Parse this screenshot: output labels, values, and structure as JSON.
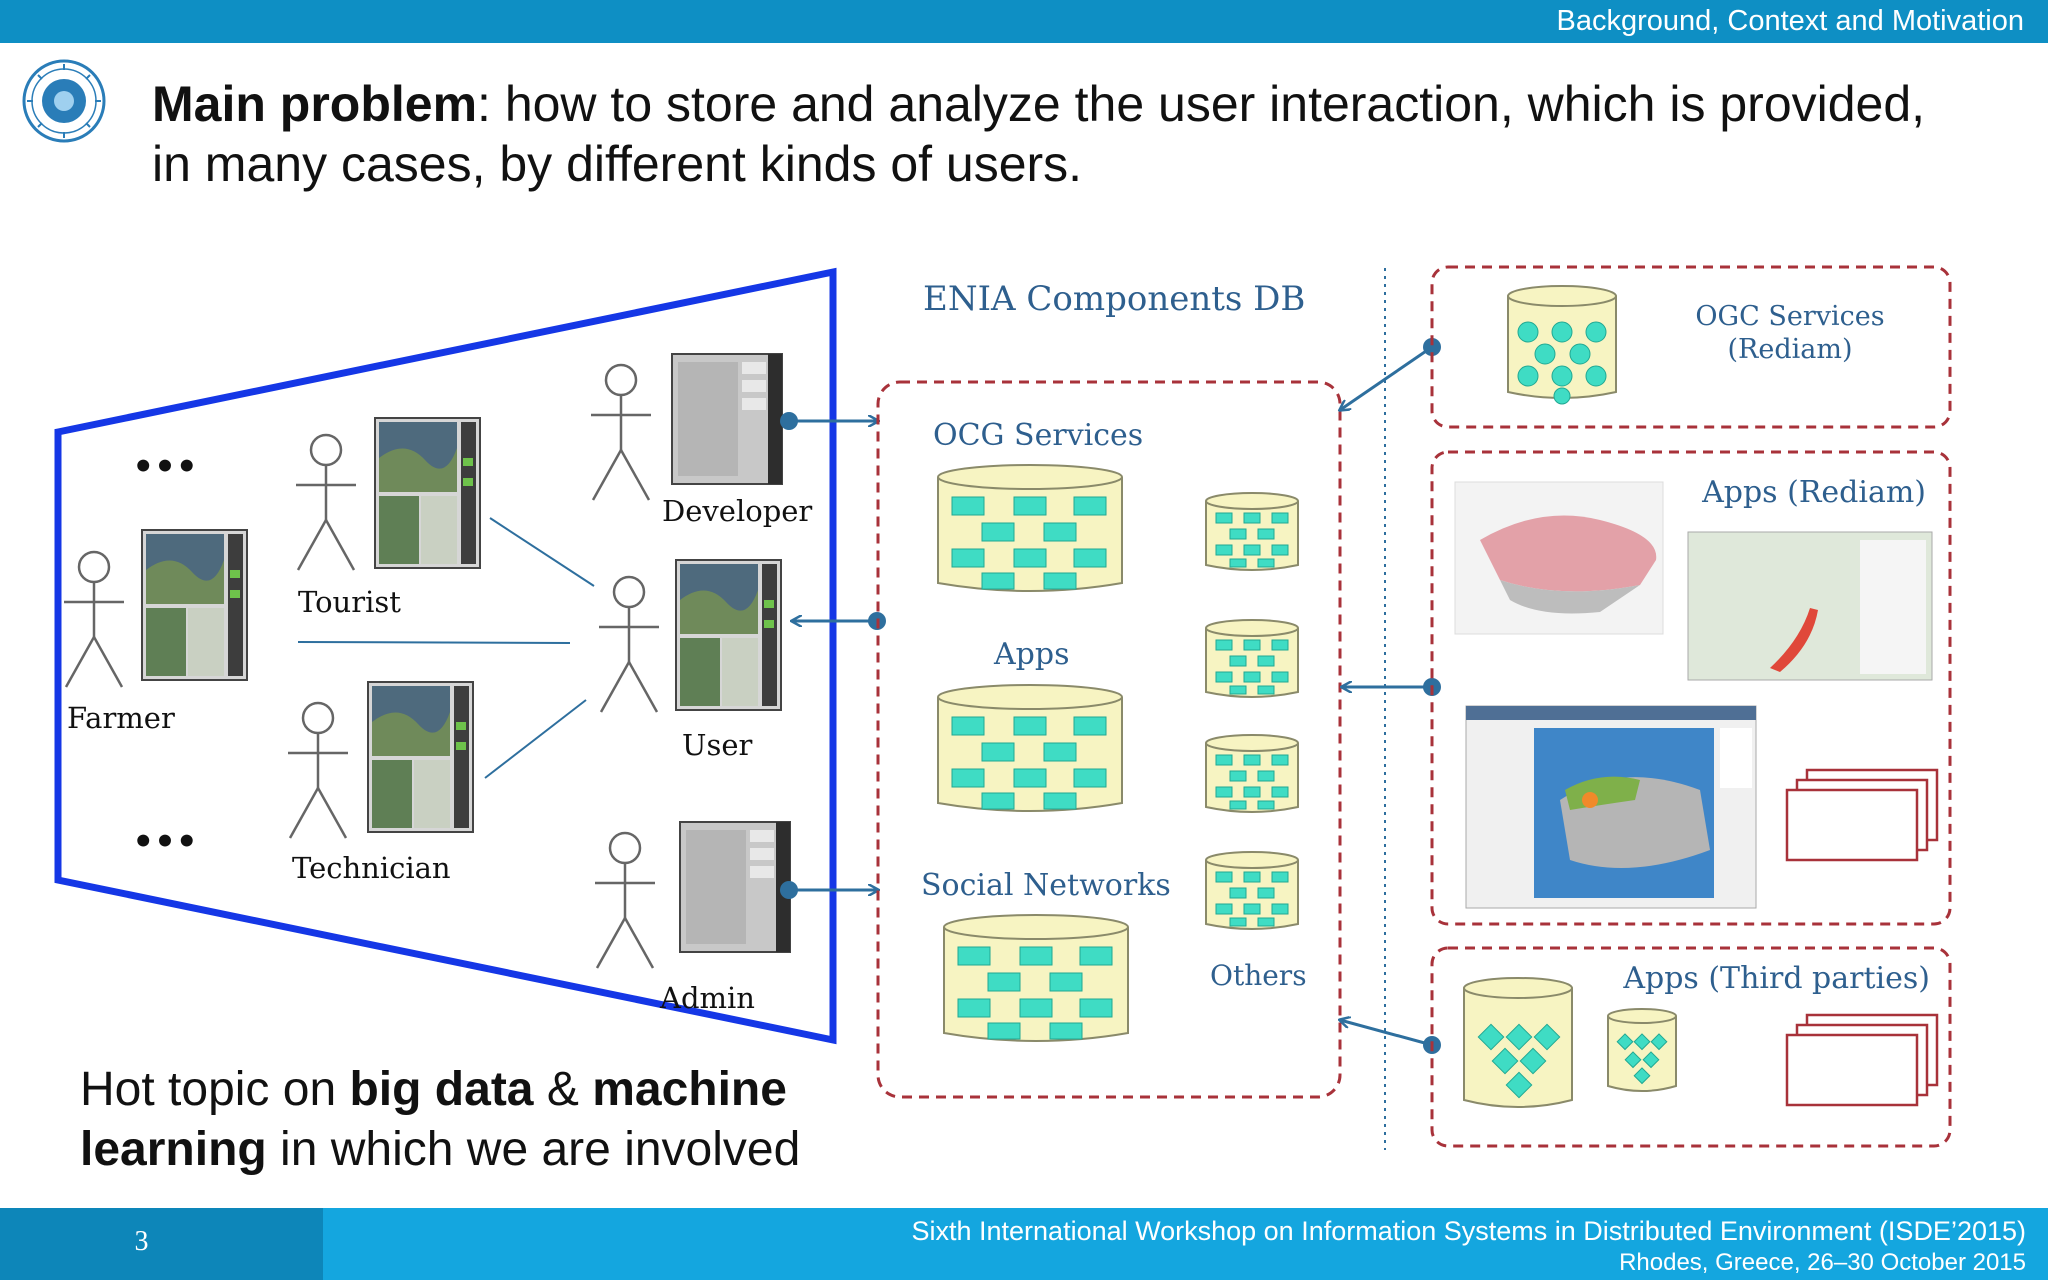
{
  "header": {
    "section_title": "Background, Context and Motivation"
  },
  "heading": {
    "bold": "Main problem",
    "rest_line1": ": how to store and analyze the user interaction, which is provided,",
    "line2": "in many cases, by different kinds of users."
  },
  "users": {
    "farmer": "Farmer",
    "tourist": "Tourist",
    "technician": "Technician",
    "developer": "Developer",
    "user": "User",
    "admin": "Admin",
    "ellipsis": "•••"
  },
  "db": {
    "title": "ENIA Components DB",
    "ogc_services": "OCG Services",
    "apps": "Apps",
    "social_networks": "Social Networks",
    "others": "Others"
  },
  "sources": {
    "ogc_line1": "OGC Services",
    "ogc_line2": "(Rediam)",
    "apps_rediam": "Apps (Rediam)",
    "apps_third": "Apps (Third parties)"
  },
  "hot_topic": {
    "t1": "Hot topic on ",
    "b1": "big data",
    "t2": " & ",
    "b2": "machine",
    "b3": "learning",
    "t3": " in which we are involved"
  },
  "footer": {
    "page": "3",
    "line1": "Sixth International Workshop on Information Systems in Distributed Environment (ISDE’2015)",
    "line2": "Rhodes, Greece, 26–30 October 2015"
  },
  "colors": {
    "accent": "#0e8fc4",
    "frame": "#1537e6",
    "db_fill": "#f7f4c2",
    "cell": "#3fdcc4",
    "dash": "#a8323a",
    "arrow": "#2e6f9e"
  }
}
